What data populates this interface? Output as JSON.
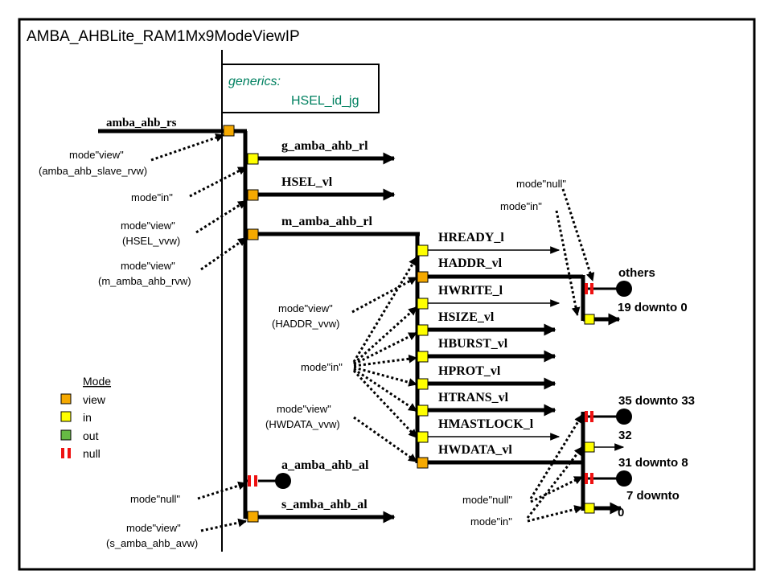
{
  "title": "AMBA_AHBLite_RAM1Mx9ModeViewIP",
  "generics": {
    "label": "generics:",
    "value": "HSEL_id_jg"
  },
  "colors": {
    "view": "#f5a900",
    "in": "#ffff00",
    "out": "#66bb44",
    "null_red": "#ee1111",
    "note_green": "#008060"
  },
  "input_signal": "amba_ahb_rs",
  "outputs": {
    "g": "g_amba_ahb_rl",
    "hsel": "HSEL_vl",
    "m": "m_amba_ahb_rl",
    "a": "a_amba_ahb_al",
    "s": "s_amba_ahb_al"
  },
  "m_fields": [
    "HREADY_l",
    "HADDR_vl",
    "HWRITE_l",
    "HSIZE_vl",
    "HBURST_vl",
    "HPROT_vl",
    "HTRANS_vl",
    "HMASTLOCK_l",
    "HWDATA_vl"
  ],
  "haddr_split": {
    "others": "others",
    "range": "19 downto 0"
  },
  "hwdata_split": {
    "r1": "35 downto 33",
    "r2": "32",
    "r3": "31 downto 8",
    "r4": "7 downto",
    "r5": "0"
  },
  "notes": {
    "view1a": "mode\"view\"",
    "view1b": "(amba_ahb_slave_rvw)",
    "in1": "mode\"in\"",
    "view2a": "mode\"view\"",
    "view2b": "(HSEL_vvw)",
    "view3a": "mode\"view\"",
    "view3b": "(m_amba_ahb_rvw)",
    "view4a": "mode\"view\"",
    "view4b": "(HADDR_vvw)",
    "in2": "mode\"in\"",
    "view5a": "mode\"view\"",
    "view5b": "(HWDATA_vvw)",
    "null1": "mode\"null\"",
    "view6a": "mode\"view\"",
    "view6b": "(s_amba_ahb_avw)",
    "null_r": "mode\"null\"",
    "in_r": "mode\"in\"",
    "null_b": "mode\"null\"",
    "in_b": "mode\"in\""
  },
  "legend": {
    "title": "Mode",
    "items": [
      "view",
      "in",
      "out",
      "null"
    ]
  }
}
